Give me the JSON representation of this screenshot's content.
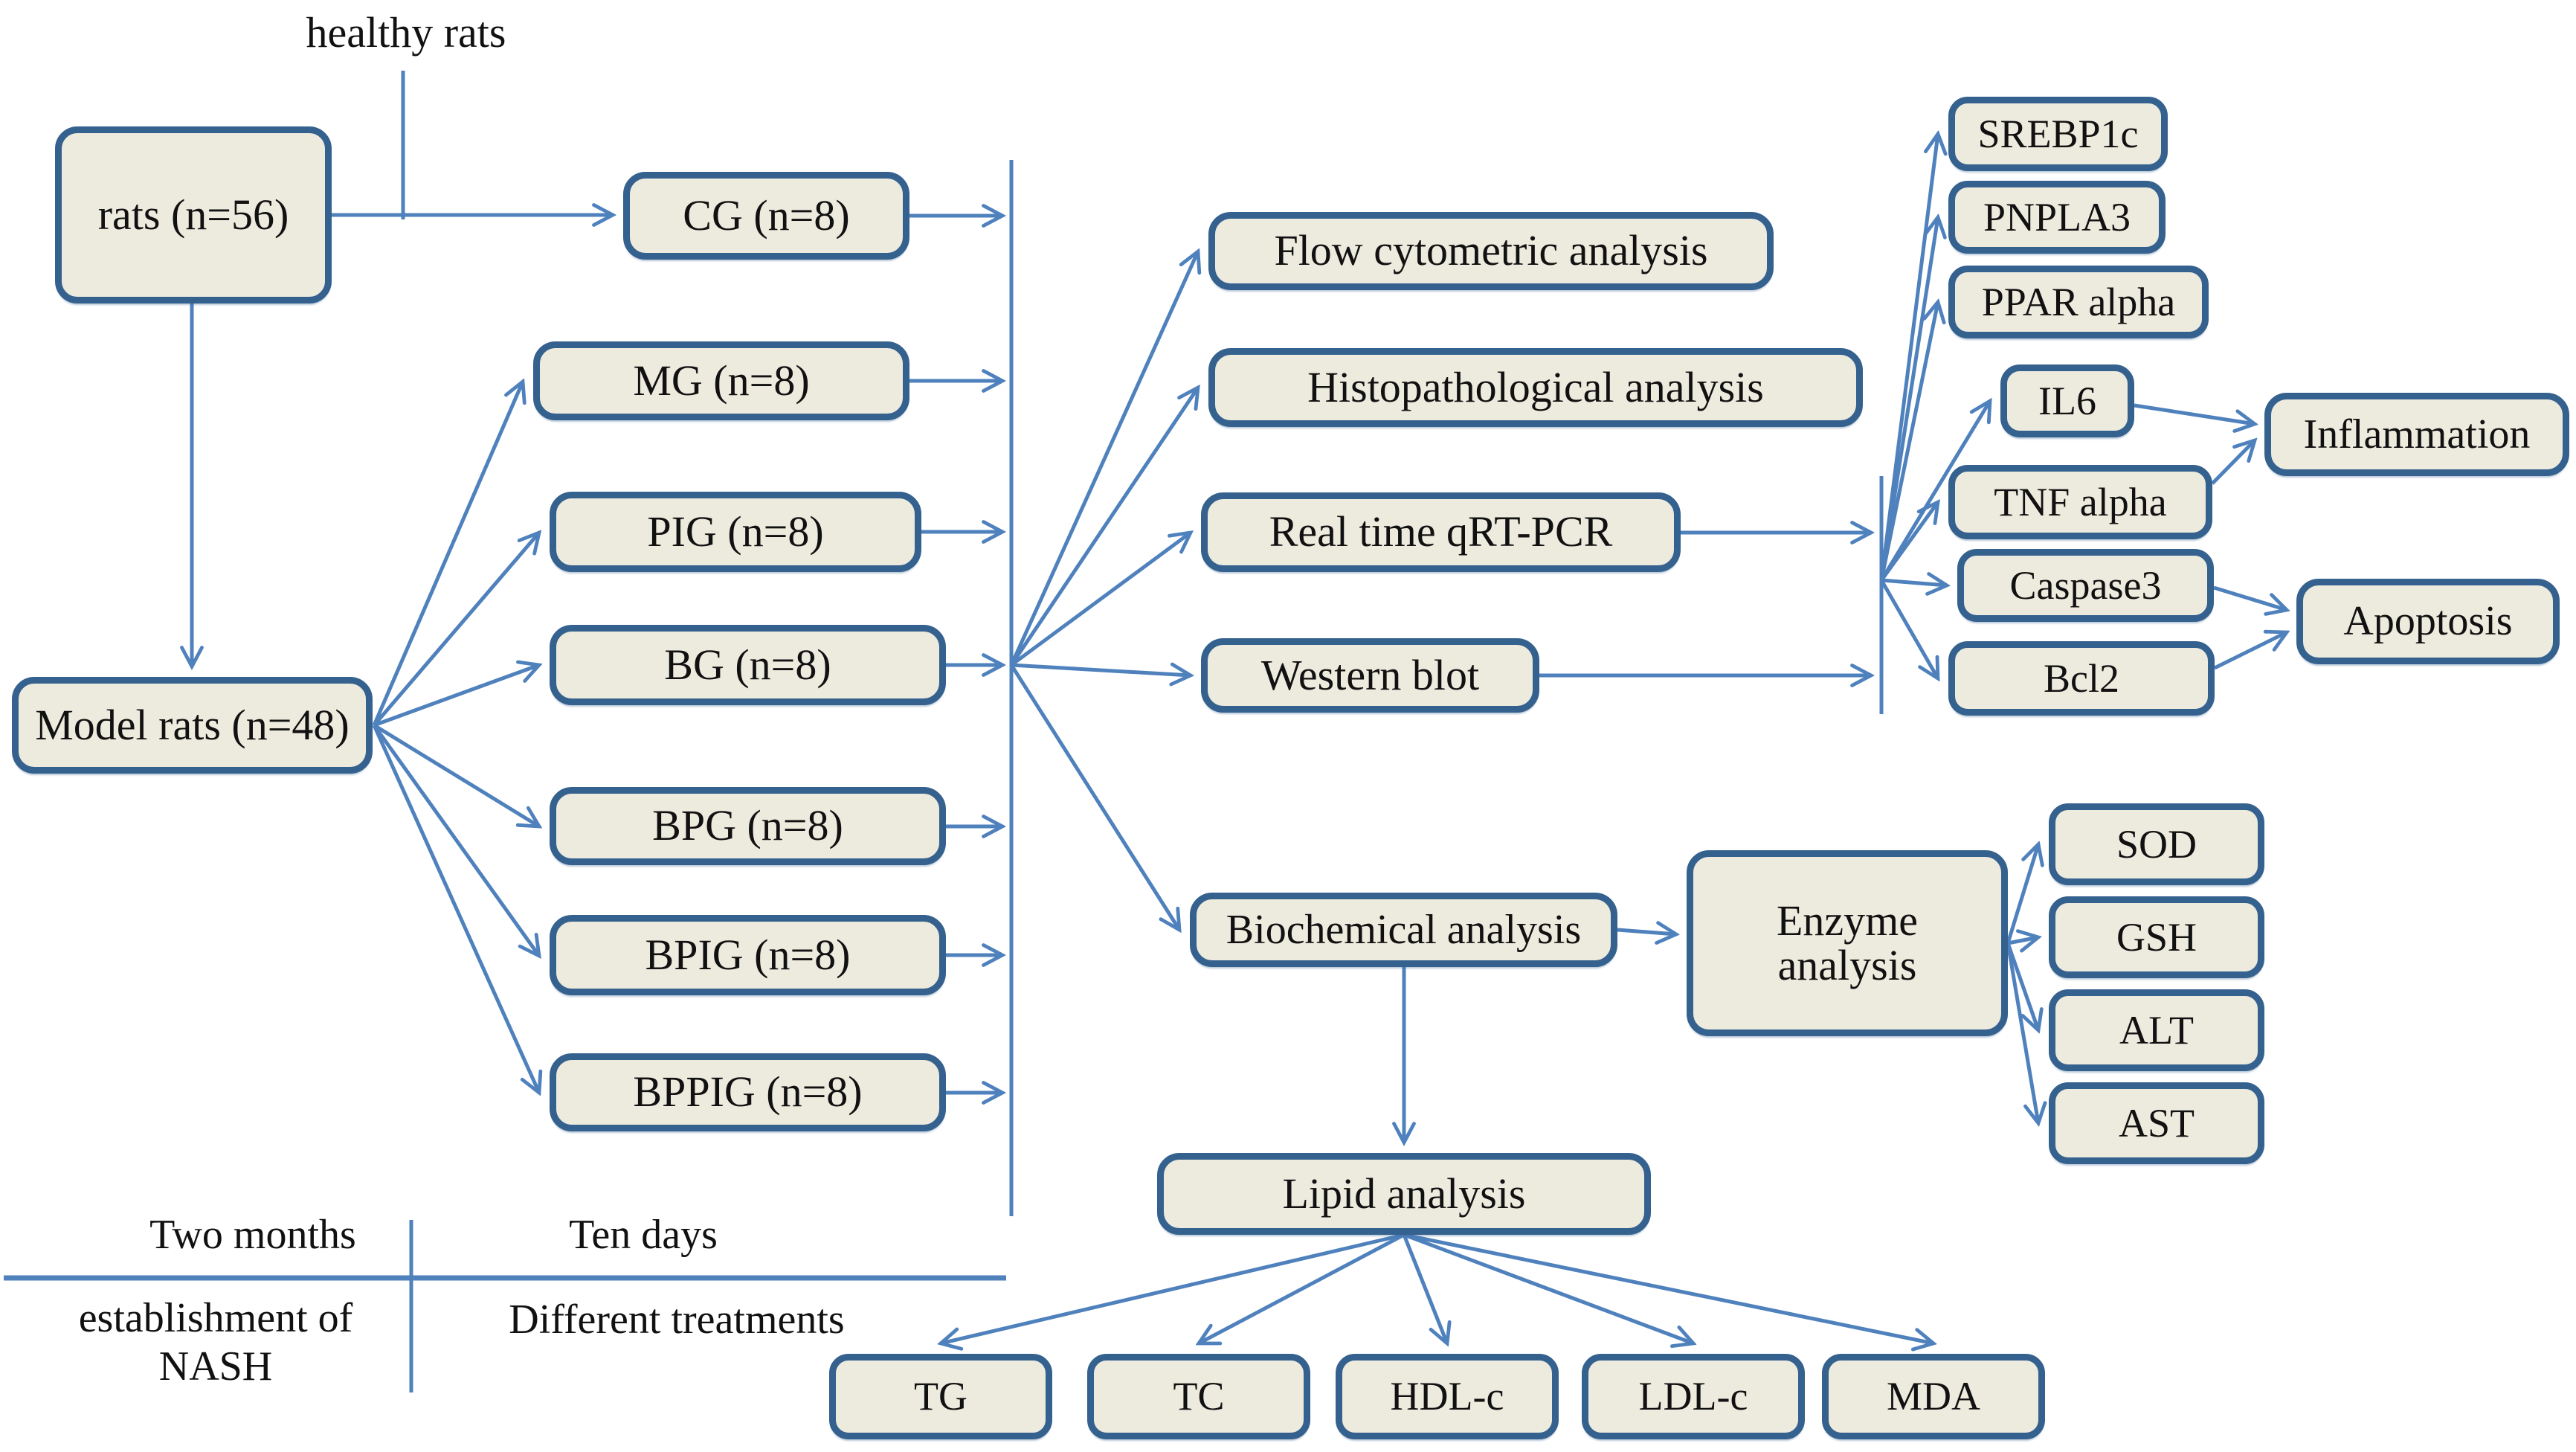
{
  "figure": {
    "healthy_rats_label": "healthy rats",
    "timeline": {
      "phase1_duration": "Two months",
      "phase2_duration": "Ten days",
      "phase1_event": "establishment of NASH",
      "phase2_event": "Different treatments"
    }
  },
  "nodes": {
    "rats": "rats (n=56)",
    "model_rats": "Model rats (n=48)",
    "cg": "CG (n=8)",
    "mg": "MG (n=8)",
    "pig": "PIG (n=8)",
    "bg": "BG (n=8)",
    "bpg": "BPG (n=8)",
    "bpig": "BPIG (n=8)",
    "bppig": "BPPIG (n=8)",
    "flow_cytometric": "Flow cytometric analysis",
    "histopathological": "Histopathological analysis",
    "qrt_pcr": "Real time qRT-PCR",
    "western_blot": "Western blot",
    "biochemical": "Biochemical analysis",
    "enzyme": "Enzyme analysis",
    "lipid": "Lipid analysis",
    "srebp1c": "SREBP1c",
    "pnpla3": "PNPLA3",
    "ppar_alpha": "PPAR alpha",
    "il6": "IL6",
    "tnf_alpha": "TNF alpha",
    "caspase3": "Caspase3",
    "bcl2": "Bcl2",
    "inflammation": "Inflammation",
    "apoptosis": "Apoptosis",
    "sod": "SOD",
    "gsh": "GSH",
    "alt": "ALT",
    "ast": "AST",
    "tg": "TG",
    "tc": "TC",
    "hdl_c": "HDL-c",
    "ldl_c": "LDL-c",
    "mda": "MDA"
  },
  "colors": {
    "box_fill": "#edeade",
    "box_border": "#35618f",
    "arrow": "#4f81bd",
    "text": "#111111"
  }
}
